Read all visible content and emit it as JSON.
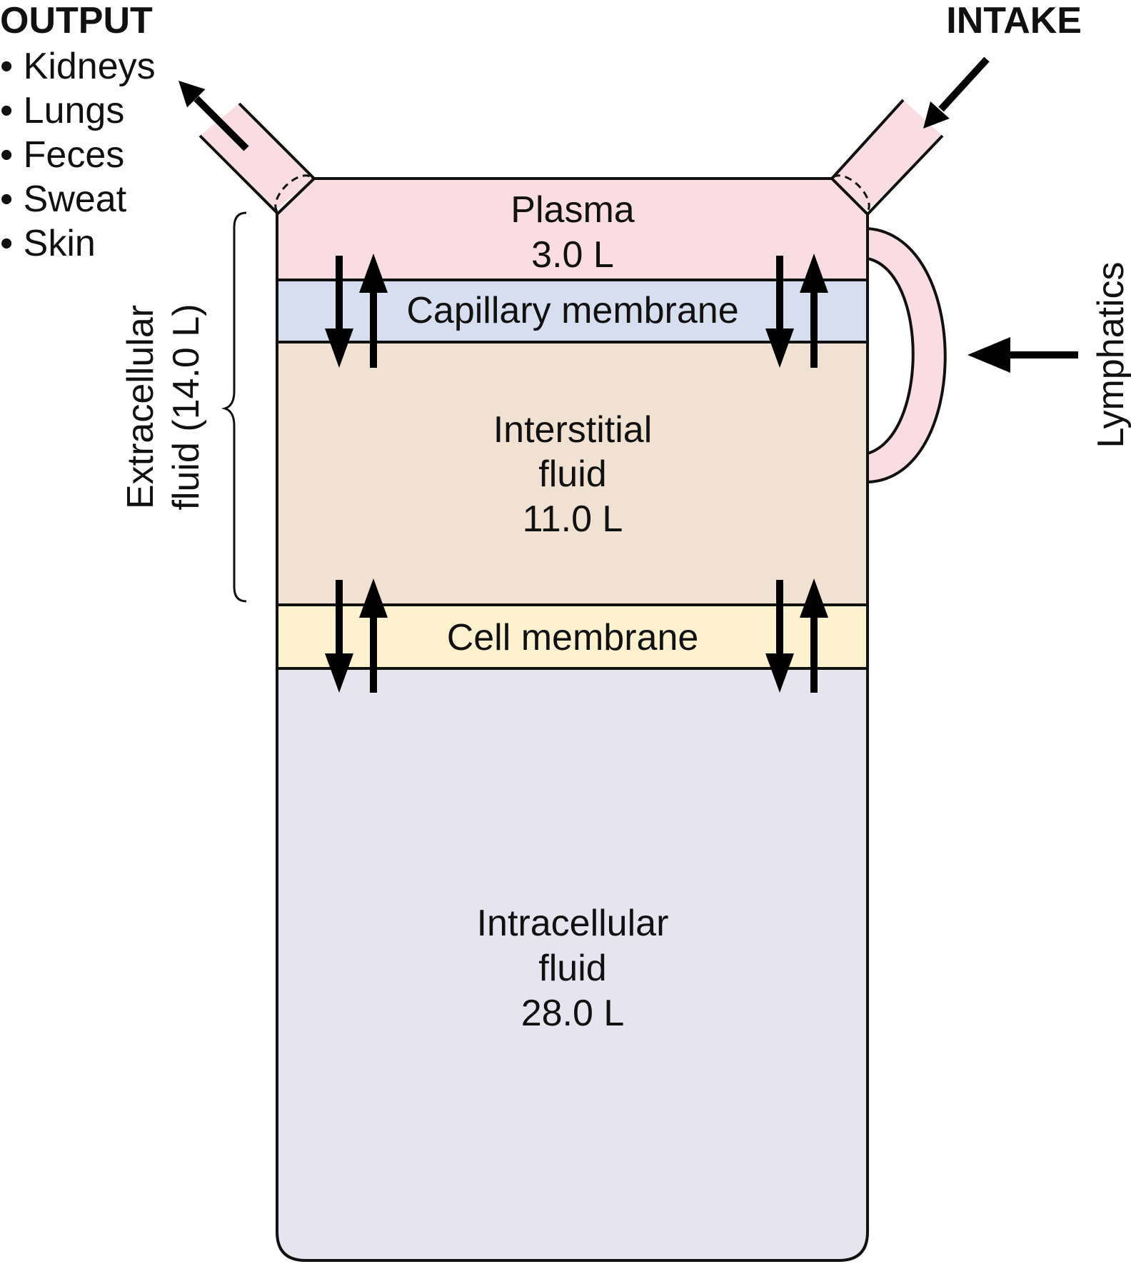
{
  "output": {
    "heading": "OUTPUT",
    "items": [
      "• Kidneys",
      "• Lungs",
      "• Feces",
      "• Sweat",
      "• Skin"
    ]
  },
  "intake": {
    "heading": "INTAKE"
  },
  "compartments": {
    "plasma": {
      "name": "Plasma",
      "volume": "3.0 L",
      "color": "#f9dde3"
    },
    "capillary_membrane": {
      "name": "Capillary membrane",
      "color": "#d6deef"
    },
    "interstitial": {
      "name_line1": "Interstitial",
      "name_line2": "fluid",
      "volume": "11.0 L",
      "color": "#f1e1d2"
    },
    "cell_membrane": {
      "name": "Cell membrane",
      "color": "#fdf1cf"
    },
    "intracellular": {
      "name_line1": "Intracellular",
      "name_line2": "fluid",
      "volume": "28.0 L",
      "color": "#e6e4ef"
    }
  },
  "extracellular": {
    "line1": "Extracellular",
    "line2": "fluid (14.0 L)"
  },
  "lymphatics": {
    "label": "Lymphatics"
  }
}
